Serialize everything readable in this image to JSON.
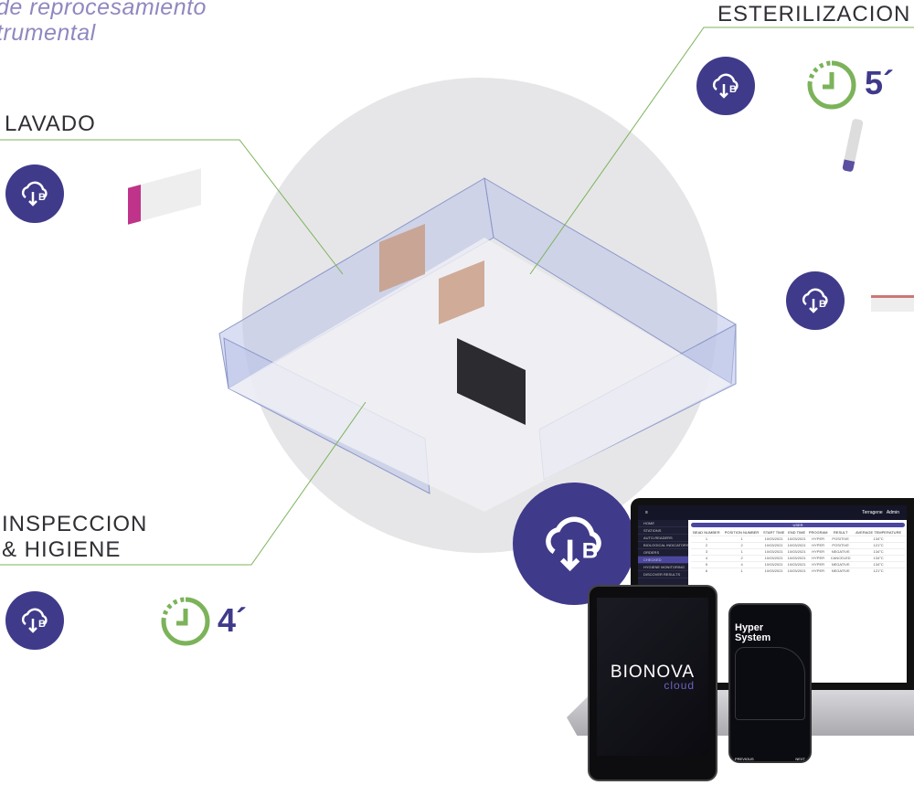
{
  "title": {
    "line1": "de reprocesamiento",
    "line2": "trumental"
  },
  "stages": {
    "lavado": {
      "label": "LAVADO"
    },
    "esterilizacion": {
      "label": "ESTERILIZACION",
      "time": "5´"
    },
    "inspeccion": {
      "label_line1": "INSPECCION",
      "label_line2": "& HIGIENE",
      "time": "4´"
    }
  },
  "icons": {
    "cloud": "cloud-bionova-icon",
    "clock": "clock-icon"
  },
  "colors": {
    "brand": "#3f3a8a",
    "accent": "#7cb35a",
    "title": "#8f88c0"
  },
  "laptop": {
    "brand": "Terragene",
    "user": "Admin",
    "sidebar": [
      "HOME",
      "STATIONS",
      "AUTO-READERS",
      "BIOLOGICAL INDICATORS",
      "ORDERS",
      "CHECKED",
      "HYGIENE MONITORING",
      "DISCOVER RESULTS"
    ],
    "bar_label": "USER",
    "columns": [
      "BEAD NUMBER",
      "POSITION NUMBER",
      "START TIME",
      "END TIME",
      "PROGRAM",
      "RESULT",
      "AVERAGE TEMPERATURE"
    ],
    "rows": [
      [
        "1",
        "1",
        "10/03/2021",
        "10/03/2021",
        "HYPER",
        "POSITIVE",
        "134°C"
      ],
      [
        "2",
        "2",
        "10/03/2021",
        "10/03/2021",
        "HYPER",
        "POSITIVE",
        "121°C"
      ],
      [
        "3",
        "1",
        "10/03/2021",
        "10/03/2021",
        "HYPER",
        "NEGATIVE",
        "134°C"
      ],
      [
        "4",
        "2",
        "10/03/2021",
        "10/03/2021",
        "HYPER",
        "CANCELED",
        "134°C"
      ],
      [
        "5",
        "4",
        "10/03/2021",
        "10/03/2021",
        "HYPER",
        "NEGATIVE",
        "134°C"
      ],
      [
        "6",
        "1",
        "10/03/2021",
        "10/03/2021",
        "HYPER",
        "NEGATIVE",
        "121°C"
      ]
    ]
  },
  "tablet": {
    "brand": "BIONOVA",
    "sub": "cloud"
  },
  "phone": {
    "title_line1": "Hyper",
    "title_line2": "System",
    "prev": "PREVIOUS",
    "next": "NEXT"
  }
}
